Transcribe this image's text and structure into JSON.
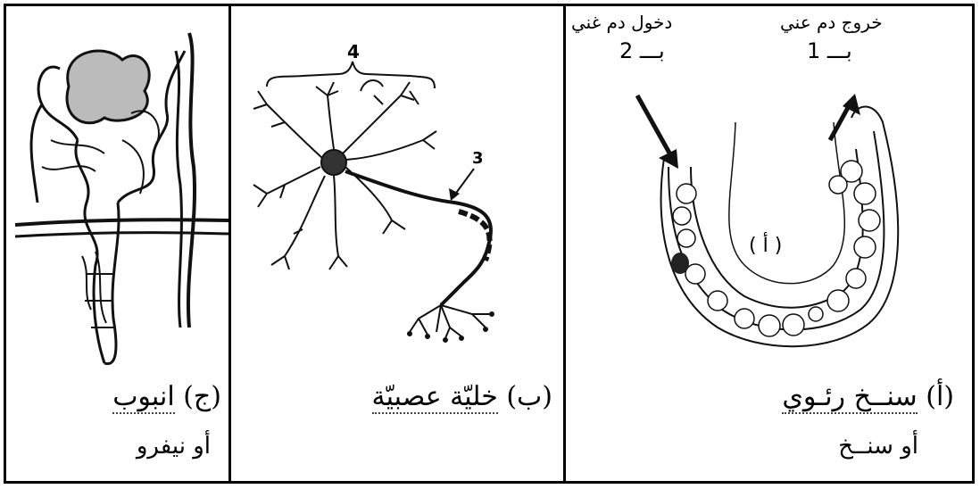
{
  "panel_a": {
    "label_1_arabic": "خروج دم عني",
    "label_1_num": "بـــ 1",
    "label_2_arabic": "دخول دم غني",
    "label_2_num": "بـــ 2",
    "inner_label": "( أ )",
    "caption_letter": "(أ)",
    "caption_answer": "سنــخ رئـوي",
    "caption_answer_2": "أو سنــخ"
  },
  "panel_b": {
    "top_number": "4",
    "arrow_number": "3",
    "caption_letter": "(ب)",
    "caption_answer": "خليّة عصبيّة"
  },
  "panel_c": {
    "caption_letter": "(ج)",
    "caption_answer": "انبوب",
    "caption_answer_2": "أو نيفرو"
  }
}
